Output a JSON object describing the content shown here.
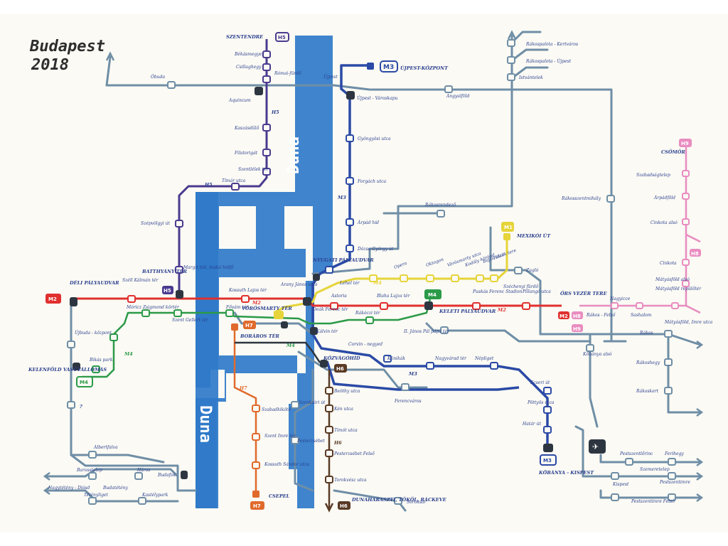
{
  "map": {
    "title_line1": "Budapest",
    "title_line2": "2018",
    "river": {
      "name": "Duna",
      "color": "#2f7ac9"
    },
    "colors": {
      "M1": "#e6d43a",
      "M2": "#e0302e",
      "M3": "#2b4aa6",
      "M4": "#2b9a48",
      "H5": "#4b3a8f",
      "H6": "#5a3a24",
      "H7": "#e06a2c",
      "H8": "#e98cc0",
      "H9": "#e98cc0",
      "rail": "#6f8ea6",
      "tram_black": "#2d3640"
    },
    "badges": {
      "M1": "M1",
      "M2": "M2",
      "M3": "M3",
      "M4": "M4",
      "H5": "H5",
      "H6": "H6",
      "H7": "H7",
      "H8": "H8",
      "H9": "H9"
    },
    "line_labels": {
      "H5": "H5",
      "M3": "M3",
      "M4": "M4",
      "M2": "M2",
      "H6": "H6",
      "H7": "H7",
      "H8": "H8",
      "H9": "H9"
    },
    "stations": {
      "szentendre": "SZENTENDRE",
      "bekasmegyer": "Békásmegyer",
      "csillaghegy": "Csillaghegy",
      "romaifurdo": "Római-fürdő",
      "aquincum": "Aquincum",
      "kaszasdulo": "Kaszásdűlő",
      "filatorigat": "Filatorigát",
      "szentlelek": "Szentlélek tér",
      "timar": "Tímár utca",
      "szepvolgyi": "Szépvölgyi út",
      "margit": "Margit híd, budai hídfő",
      "batthyany": "BATTHYÁNY TÉR",
      "obuda": "Óbuda",
      "ujpest_kozpont": "ÚJPEST-KÖZPONT",
      "ujpest": "Újpest",
      "ujpest_varoskapu": "Újpest - Városkapu",
      "gyongyosi": "Gyöngyösi utca",
      "forgach": "Forgách utca",
      "arpad": "Árpád híd",
      "dozsa": "Dózsa György út",
      "nyugati": "NYUGATI PÁLYAUDVAR",
      "lehel": "Lehel tér",
      "angyalfold": "Angyalföld",
      "rakosrendezo": "Rákosrendező",
      "rakospalota_kertvaros": "Rákospalota - Kertváros",
      "rakospalota_ujpest": "Rákospalota - Újpest",
      "istvantelek": "Istvántelek",
      "rakosszentmihaly": "Rákosszentmihály",
      "mexikoi": "MEXIKÓI ÚT",
      "bajza": "Bajza utca",
      "kodaly": "Kodály körönd",
      "oktogon": "Oktogon",
      "opera": "Opera",
      "vorosmarty_u": "Vörösmarty utca",
      "hosok": "Hősök tere",
      "szechenyi": "Széchenyi fürdő",
      "zuglo": "Zugló",
      "deli": "DÉLI PÁLYAUDVAR",
      "szell": "Széll Kálmán tér",
      "kossuth": "Kossuth Lajos tér",
      "arany": "Arany János utca",
      "deak": "Deák Ferenc tér",
      "astoria": "Astoria",
      "blaha": "Blaha Lujza tér",
      "keleti": "KELETI PÁLYAUDVAR",
      "puskas": "Puskás Ferenc Stadion",
      "pillangó": "Pillangó utca",
      "ors": "ÖRS VEZÉR TERE",
      "rakos_felso": "Rákos - Felső",
      "nagyicce": "Nagyicce",
      "sashalom": "Sashalom",
      "matyasfold_repter": "Mátyásföld repülőtér",
      "matyasfold_imre": "Mátyásföld, Imre utca",
      "matyasfold_also": "Mátyásföld alsó",
      "cinkota": "Cinkota",
      "cinkota_also": "Cinkota alsó",
      "arpadfold": "Árpádföld",
      "szabadsagtelep": "Szabadságtelep",
      "csomor": "CSÖMÖR",
      "vorosmarty_ter": "VÖRÖSMARTY TÉR",
      "moricz": "Móricz Zsigmond körtér",
      "szent_gellert": "Szent Gellért tér",
      "fovam": "Fővám tér",
      "kalvin": "Kálvin tér",
      "rakoczi": "Rákóczi tér",
      "ii_janos_pal": "II. János Pál pápa tér",
      "ujbuda": "Újbuda - központ",
      "bikas": "Bikás park",
      "kelenfold": "KELENFÖLD VASÚTÁLLOMÁS",
      "boraros": "BORÁROS TÉR",
      "corvin": "Corvin - negyed",
      "klinikak": "Klinikák",
      "nagyvarad": "Nagyvárad tér",
      "nepliget": "Népliget",
      "ecseri": "Ecseri út",
      "pottyos": "Pöttyös utca",
      "hatar": "Határ út",
      "kobanya": "KŐBÁNYA - KISPEST",
      "kobanya_also": "Kőbánya alsó",
      "rakos": "Rákos",
      "rakoshegy": "Rákoshegy",
      "rakoskert": "Rákoskert",
      "ferencvaros": "Ferencváros",
      "kozvagohid": "KÖZVÁGÓHÍD",
      "beothy": "Beöthy utca",
      "ken": "Kén utca",
      "timot": "Timót utca",
      "pesterzsebet_felso": "Pesterzsébet Felső",
      "torokvesz": "Torokvész utca",
      "rackeve": "DUNAHARASZTI, TÖKÖL, RÁCKEVE",
      "soroksari": "Soroksári út",
      "pesterzsebet": "Pesterzsébet",
      "soroksar": "Soroksár",
      "szabadkikoto": "Szabadkikötő",
      "szent_imre": "Szent Imre tér",
      "kossuth_sandor": "Kossuth Sándor utca",
      "csepel": "CSEPEL",
      "albertfalva": "Albertfalva",
      "barosstelep": "Barosstelep",
      "hosok_b": "Háros",
      "budafok": "Budafok",
      "nagyteteny": "Nagytétény - Diósd",
      "budateteny": "Budatétény",
      "tetenyliget": "Tétényliget",
      "kastelypark": "Kastélypark",
      "pestszentlorinc": "Pestszentlőrinc",
      "szemeretelep": "Szemeretelep",
      "ferihegy": "Ferihegy",
      "kispest": "Kispest",
      "pestszentimre": "Pestszentimre",
      "pestszentimre_felso": "Pestszentimre Felső",
      "question": "?"
    }
  }
}
